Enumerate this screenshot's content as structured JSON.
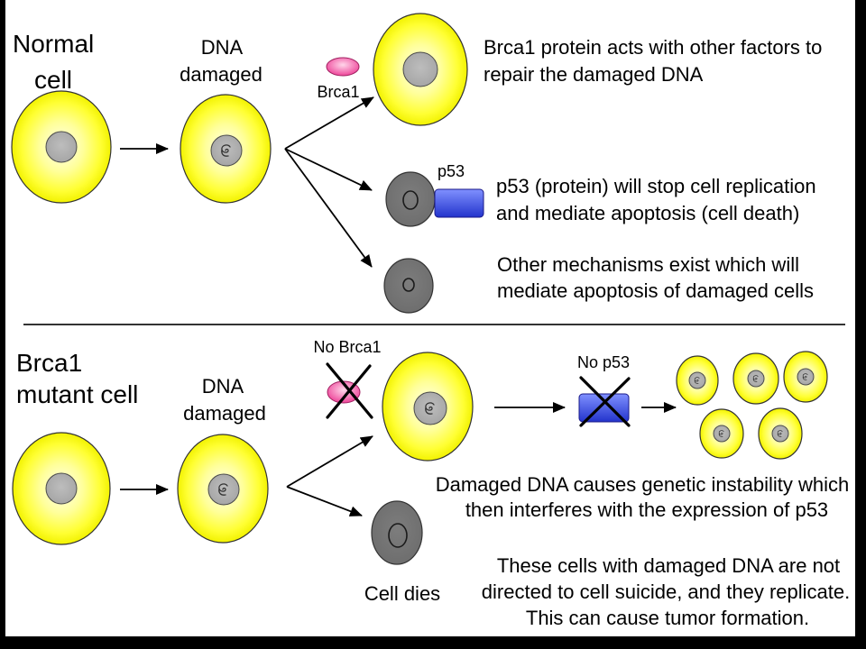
{
  "top": {
    "title_line1": "Normal",
    "title_line2": "cell",
    "dna_line1": "DNA",
    "dna_line2": "damaged",
    "brca1_label": "Brca1",
    "repair_line1": "Brca1  protein acts with other factors to",
    "repair_line2": "repair the damaged DNA",
    "p53_label": "p53",
    "p53_line1": "p53 (protein) will stop cell replication",
    "p53_line2": "and mediate apoptosis (cell death)",
    "other_line1": "Other mechanisms exist which will",
    "other_line2": "mediate apoptosis of damaged cells"
  },
  "bottom": {
    "title_line1": "Brca1",
    "title_line2": "mutant cell",
    "dna_line1": "DNA",
    "dna_line2": "damaged",
    "no_brca1_label": "No Brca1",
    "no_p53_label": "No p53",
    "cell_dies_label": "Cell dies",
    "instability_line1": "Damaged DNA causes genetic instability which",
    "instability_line2": "then interferes with the expression of p53",
    "replicate_line1": "These cells with damaged DNA are not",
    "replicate_line2": "directed to cell suicide, and they replicate.",
    "replicate_line3": "This can cause tumor formation."
  },
  "colors": {
    "cell_center": "#fffff0",
    "cell_mid": "#ffff99",
    "cell_edge": "#f2f200",
    "nucleus": "#a6a6a6",
    "dead_cell": "#6e6e6e",
    "brca1_pink": "#ee4499",
    "p53_blue": "#2233cc"
  }
}
